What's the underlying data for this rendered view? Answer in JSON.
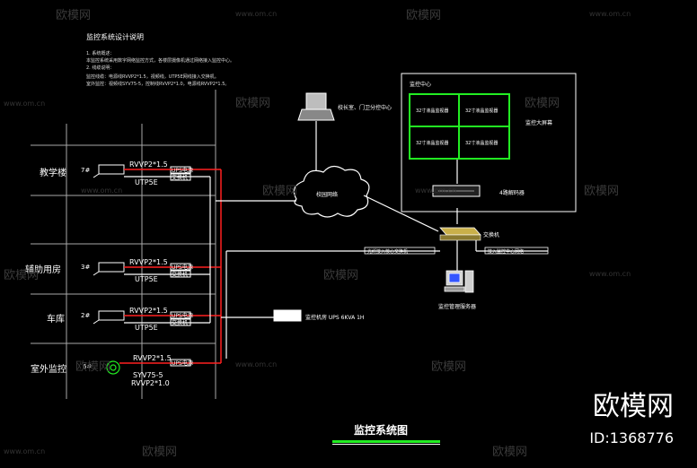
{
  "notes": {
    "title": "监控系统设计说明",
    "lines": [
      "1. 系统概述：",
      "本监控系统采用数字网络监控方式，各楼层摄像机通过网络接入监控中心。",
      "2. 线缆说明：",
      "监控线缆：电源线RVVP2*1.5，视频线，UTP5E网线接入交换机。",
      "室外监控：视频线SYV75-5，控制线RVVP2*1.0，电源线RVVP2*1.5。"
    ]
  },
  "buildings": [
    {
      "name": "教学楼",
      "floor": "7#",
      "cable1": "RVVP2*1.5",
      "cable2": "UTP5E",
      "box1": "UPS电源",
      "box2": "交换机"
    },
    {
      "name": "辅助用房",
      "floor": "3#",
      "cable1": "RVVP2*1.5",
      "cable2": "UTP5E",
      "box1": "UPS电源",
      "box2": "交换机"
    },
    {
      "name": "车库",
      "floor": "2#",
      "cable1": "RVVP2*1.5",
      "cable2": "UTP5E",
      "box1": "UPS电源",
      "box2": "交换机"
    },
    {
      "name": "室外监控",
      "floor": "6#",
      "cable1": "RVVP2*1.5",
      "cable2": "SYV75-5",
      "cable3": "RVVP2*1.0",
      "box1": "UPS电源"
    }
  ],
  "network": {
    "laptop_label": "校长室、门卫分控中心",
    "cloud_label": "校园网络",
    "switch_label": "交换机",
    "server_label": "监控管理服务器",
    "ups_label": "监控机房 UPS 6KVA 1H",
    "link_left": "光纤接入核心交换机",
    "link_right": "接入监控中心网络"
  },
  "control_center": {
    "title": "监控中心",
    "monitors": [
      "32寸液晶监视器",
      "32寸液晶监视器",
      "32寸液晶监视器",
      "32寸液晶监视器"
    ],
    "wall_label": "监控大屏幕",
    "recorder_label": "4路解码器"
  },
  "diagram_title": "监控系统图",
  "brand": {
    "name": "欧模网",
    "id": "ID:1368776"
  },
  "watermarks": {
    "brand": "欧模网",
    "url": "www.om.cn"
  },
  "colors": {
    "red": "#ff2020",
    "white": "#ffffff",
    "green": "#22ee22",
    "grey": "#9a9a9a"
  }
}
